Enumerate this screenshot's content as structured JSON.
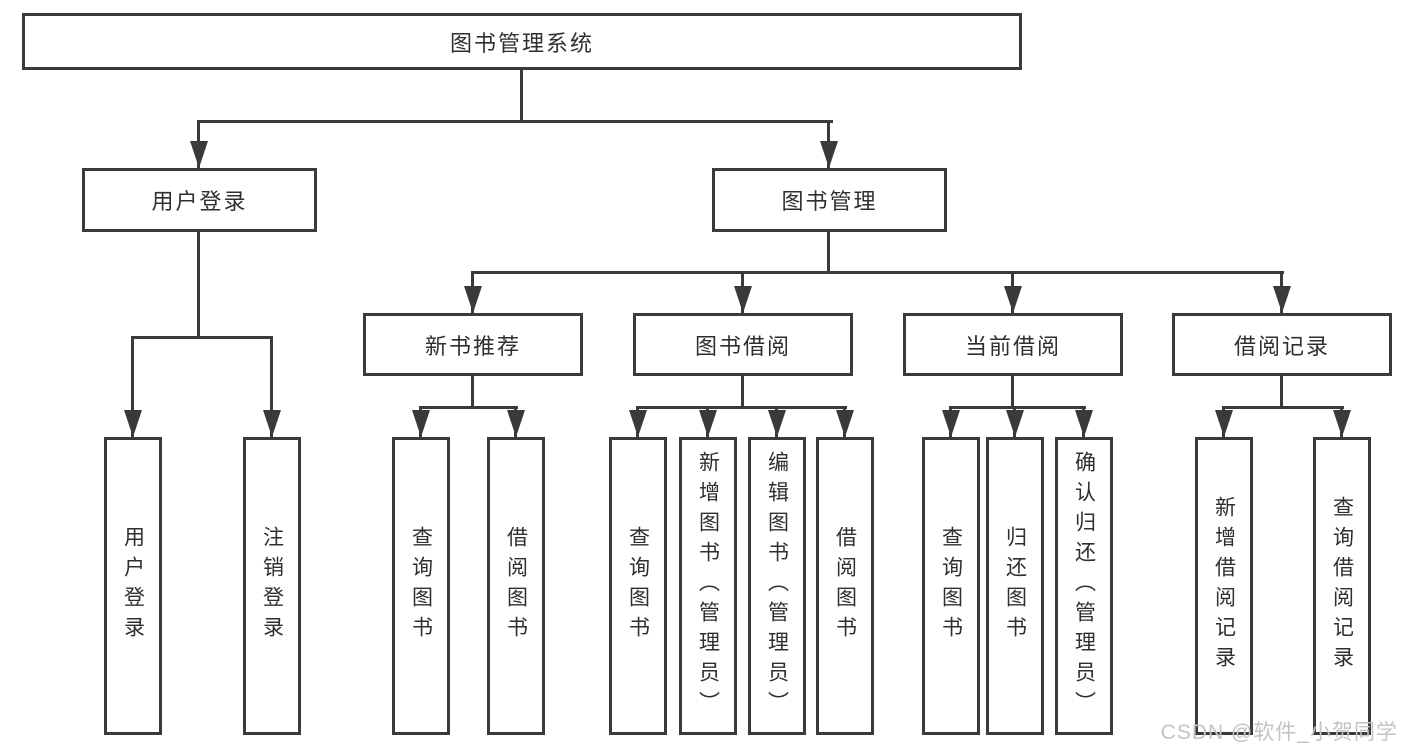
{
  "diagram": {
    "root": {
      "label": "图书管理系统"
    },
    "level2": [
      {
        "label": "用户登录"
      },
      {
        "label": "图书管理"
      }
    ],
    "level3": [
      {
        "label": "新书推荐",
        "parent": "图书管理"
      },
      {
        "label": "图书借阅",
        "parent": "图书管理"
      },
      {
        "label": "当前借阅",
        "parent": "图书管理"
      },
      {
        "label": "借阅记录",
        "parent": "图书管理"
      }
    ],
    "leaves": [
      {
        "label": "用户登录",
        "parent": "用户登录"
      },
      {
        "label": "注销登录",
        "parent": "用户登录"
      },
      {
        "label": "查询图书",
        "parent": "新书推荐"
      },
      {
        "label": "借阅图书",
        "parent": "新书推荐"
      },
      {
        "label": "查询图书",
        "parent": "图书借阅"
      },
      {
        "label": "新增图书（管理员）",
        "parent": "图书借阅"
      },
      {
        "label": "编辑图书（管理员）",
        "parent": "图书借阅"
      },
      {
        "label": "借阅图书",
        "parent": "图书借阅"
      },
      {
        "label": "查询图书",
        "parent": "当前借阅"
      },
      {
        "label": "归还图书",
        "parent": "当前借阅"
      },
      {
        "label": "确认归还（管理员）",
        "parent": "当前借阅"
      },
      {
        "label": "新增借阅记录",
        "parent": "借阅记录"
      },
      {
        "label": "查询借阅记录",
        "parent": "借阅记录"
      }
    ],
    "watermark": "CSDN @软件_小贺同学",
    "colors": {
      "line": "#3a3a3a",
      "box_border": "#3a3a3a",
      "text": "#2f2f2f",
      "watermark": "#c3c3c3",
      "background": "#ffffff"
    }
  }
}
